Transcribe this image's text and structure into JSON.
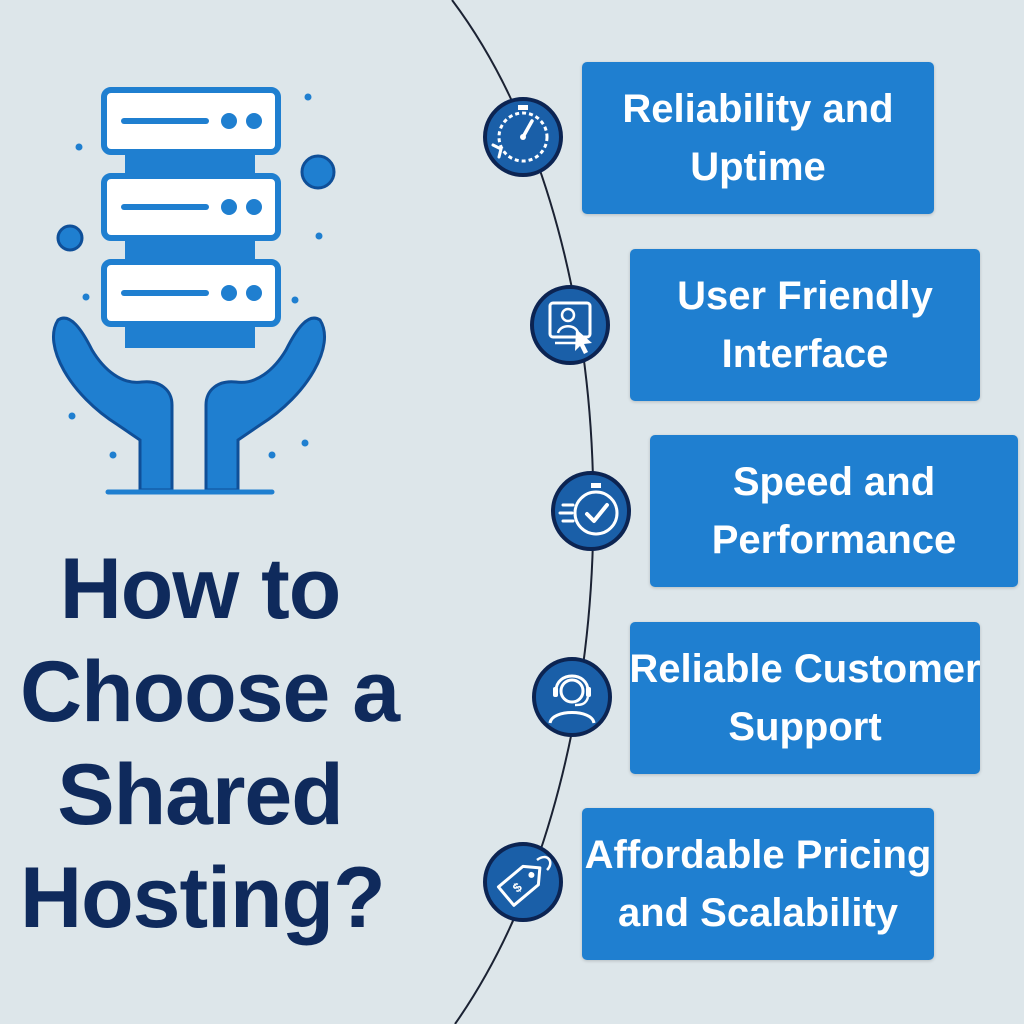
{
  "title": {
    "lines": [
      "How to",
      "Choose a",
      "Shared",
      "Hosting?"
    ]
  },
  "colors": {
    "background": "#dde6ea",
    "card": "#1f7fd0",
    "navy": "#0f2a5c",
    "accent": "#1f7fd0"
  },
  "illustration": {
    "icon": "server-stack-in-hands-icon"
  },
  "items": [
    {
      "icon": "stopwatch-icon",
      "line1": "Reliability and",
      "line2": "Uptime"
    },
    {
      "icon": "user-interface-cursor-icon",
      "line1": "User Friendly",
      "line2": "Interface"
    },
    {
      "icon": "speed-stopwatch-check-icon",
      "line1": "Speed and",
      "line2": "Performance"
    },
    {
      "icon": "headset-support-agent-icon",
      "line1": "Reliable Customer",
      "line2": "Support"
    },
    {
      "icon": "price-tag-icon",
      "line1": "Affordable Pricing",
      "line2": "and Scalability"
    }
  ]
}
